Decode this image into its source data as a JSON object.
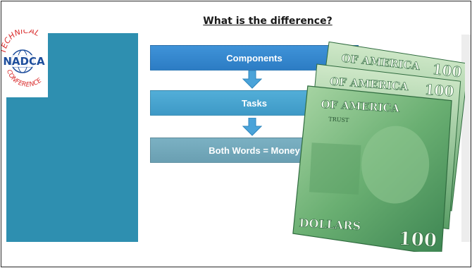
{
  "slide": {
    "title": "What is the difference?"
  },
  "logo": {
    "top_text": "TECHNICAL",
    "main_text": "NADCA",
    "bottom_text": "CONFERENCE",
    "colors": {
      "red": "#d92b2b",
      "blue": "#1e4e9c"
    }
  },
  "flow": {
    "steps": [
      "Components",
      "Tasks",
      "Both Words = Money"
    ]
  },
  "money_image": {
    "note_texts": [
      "OF AMERICA",
      "OF AMERICA",
      "OF AMERICA",
      "TRUST",
      "DOLLARS",
      "100"
    ]
  },
  "colors": {
    "left_panel": "#2e8fb0",
    "right_panel": "#ededed",
    "bill_green": "#4f9a5f"
  }
}
